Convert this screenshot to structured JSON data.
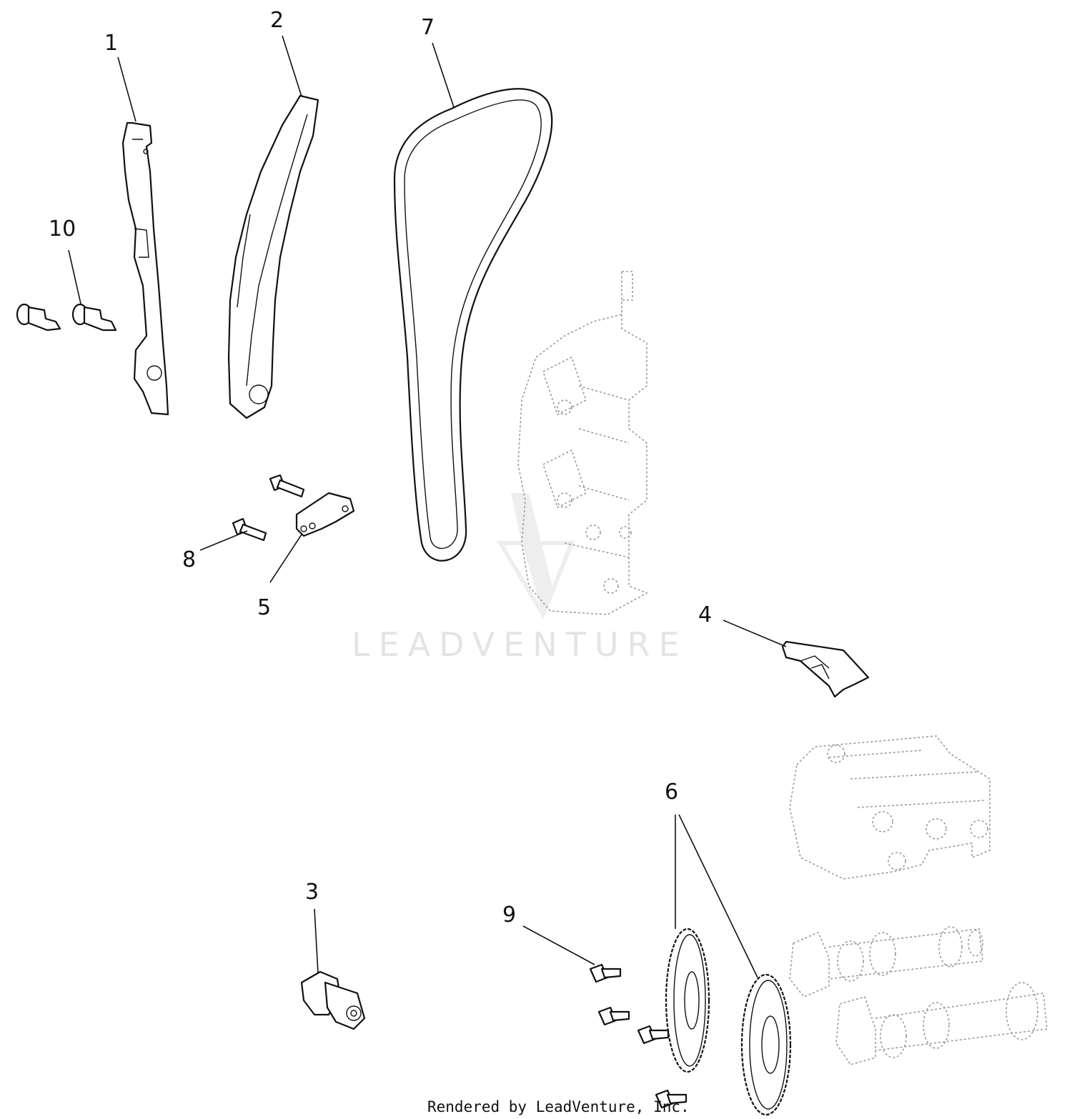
{
  "watermark": "LEADVENTURE",
  "credit": "Rendered by LeadVenture, Inc.",
  "callouts": {
    "c1": "1",
    "c2": "2",
    "c3": "3",
    "c4": "4",
    "c5": "5",
    "c6": "6",
    "c7": "7",
    "c8": "8",
    "c9": "9",
    "c10": "10"
  }
}
